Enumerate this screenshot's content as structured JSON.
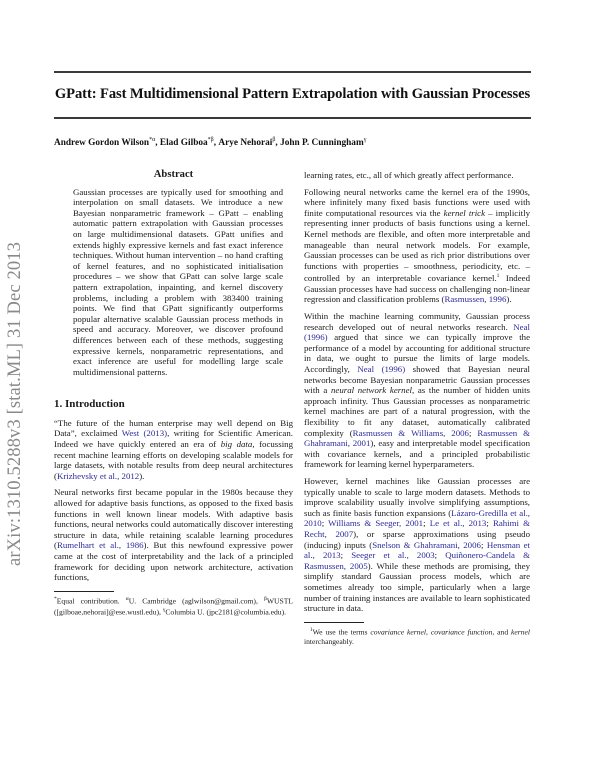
{
  "sidebar_stamp": "arXiv:1310.5288v3  [stat.ML]  31 Dec 2013",
  "paper": {
    "title": "GPatt: Fast Multidimensional Pattern Extrapolation with Gaussian Processes",
    "authors": [
      {
        "name": "Andrew Gordon Wilson",
        "mark": "*α"
      },
      {
        "name": "Elad Gilboa",
        "mark": "*β"
      },
      {
        "name": "Arye Nehorai",
        "mark": "β"
      },
      {
        "name": "John P. Cunningham",
        "mark": "γ"
      }
    ]
  },
  "abstract": {
    "heading": "Abstract",
    "text": "Gaussian processes are typically used for smoothing and interpolation on small datasets. We introduce a new Bayesian nonparametric framework – GPatt – enabling automatic pattern extrapolation with Gaussian processes on large multidimensional datasets. GPatt unifies and extends highly expressive kernels and fast exact inference techniques. Without human intervention – no hand crafting of kernel features, and no sophisticated initialisation procedures – we show that GPatt can solve large scale pattern extrapolation, inpainting, and kernel discovery problems, including a problem with 383400 training points. We find that GPatt significantly outperforms popular alternative scalable Gaussian process methods in speed and accuracy. Moreover, we discover profound differences between each of these methods, suggesting expressive kernels, nonparametric representations, and exact inference are useful for modelling large scale multidimensional patterns."
  },
  "intro": {
    "heading": "1. Introduction",
    "p1": {
      "a": "“The future of the human enterprise may well depend on Big Data”, exclaimed ",
      "cite1": "West (2013)",
      "b": ", writing for Scientific American. Indeed we have quickly entered an era of ",
      "em1": "big data",
      "c": ", focussing recent machine learning efforts on developing scalable models for large datasets, with notable results from deep neural architectures (",
      "cite2": "Krizhevsky et al., 2012",
      "d": ")."
    },
    "p2": {
      "a": "Neural networks first became popular in the 1980s because they allowed for adaptive basis functions, as opposed to the fixed basis functions in well known linear models. With adaptive basis functions, neural networks could automatically discover interesting structure in data, while retaining scalable learning procedures (",
      "cite1": "Rumelhart et al., 1986",
      "b": "). But this newfound expressive power came at the cost of interpretability and the lack of a principled framework for deciding upon network architecture, activation functions,"
    },
    "p2_cont": "learning rates, etc., all of which greatly affect performance.",
    "p3": {
      "a": "Following neural networks came the kernel era of the 1990s, where infinitely many fixed basis functions were used with finite computational resources via the ",
      "em1": "kernel trick",
      "b": " – implicitly representing inner products of basis functions using a kernel. Kernel methods are flexible, and often more interpretable and manageable than neural network models. For example, Gaussian processes can be used as rich prior distributions over functions with properties – smoothness, periodicity, etc. – controlled by an interpretable covariance kernel.",
      "fnmark": "1",
      "c": " Indeed Gaussian processes have had success on challenging non-linear regression and classification problems (",
      "cite1": "Rasmussen, 1996",
      "d": ")."
    },
    "p4": {
      "a": "Within the machine learning community, Gaussian process research developed out of neural networks research. ",
      "cite1": "Neal (1996)",
      "b": " argued that since we can typically improve the performance of a model by accounting for additional structure in data, we ought to pursue the limits of large models. Accordingly, ",
      "cite2": "Neal (1996)",
      "c": " showed that Bayesian neural networks become Bayesian nonparametric Gaussian processes with a ",
      "em1": "neural network kernel",
      "d": ", as the number of hidden units approach infinity. Thus Gaussian processes as nonparametric kernel machines are part of a natural progression, with the flexibility to fit any dataset, automatically calibrated complexity (",
      "cite3": "Rasmussen & Williams, 2006",
      "e": "; ",
      "cite4": "Rasmussen & Ghahramani, 2001",
      "f": "), easy and interpretable model specification with covariance kernels, and a principled probabilistic framework for learning kernel hyperparameters."
    },
    "p5": {
      "a": "However, kernel machines like Gaussian processes are typically unable to scale to large modern datasets. Methods to improve scalability usually involve simplifying assumptions, such as finite basis function expansions (",
      "cite1": "Lázaro-Gredilla et al., 2010",
      "s1": "; ",
      "cite2": "Williams & Seeger, 2001",
      "s2": "; ",
      "cite3": "Le et al., 2013",
      "s3": "; ",
      "cite4": "Rahimi & Recht, 2007",
      "b": "), or sparse approximations using pseudo (inducing) inputs (",
      "cite5": "Snelson & Ghahramani, 2006",
      "s4": "; ",
      "cite6": "Hensman et al., 2013",
      "s5": "; ",
      "cite7": "Seeger et al., 2003",
      "s6": "; ",
      "cite8": "Quiñonero-Candela & Rasmussen, 2005",
      "c": "). While these methods are promising, they simplify standard Gaussian process models, which are sometimes already too simple, particularly when a large number of training instances are available to learn sophisticated structure in data."
    }
  },
  "footnotes": {
    "left": {
      "m1": "*",
      "t1": "Equal contribution. ",
      "m2": "α",
      "t2": "U. Cambridge (aglwilson@gmail.com), ",
      "m3": "β",
      "t3": "WUSTL ([gilboae,nehorai]@ese.wustl.edu), ",
      "m4": "γ",
      "t4": "Columbia U. (jpc2181@columbia.edu)."
    },
    "right": {
      "mark": "1",
      "a": "We use the terms ",
      "em1": "covariance kernel",
      "b": ", ",
      "em2": "covariance function",
      "c": ", and ",
      "em3": "kernel",
      "d": " interchangeably."
    }
  },
  "colors": {
    "citation_link": "#2a2a9c",
    "arxiv_stamp": "#8a8a8a"
  }
}
